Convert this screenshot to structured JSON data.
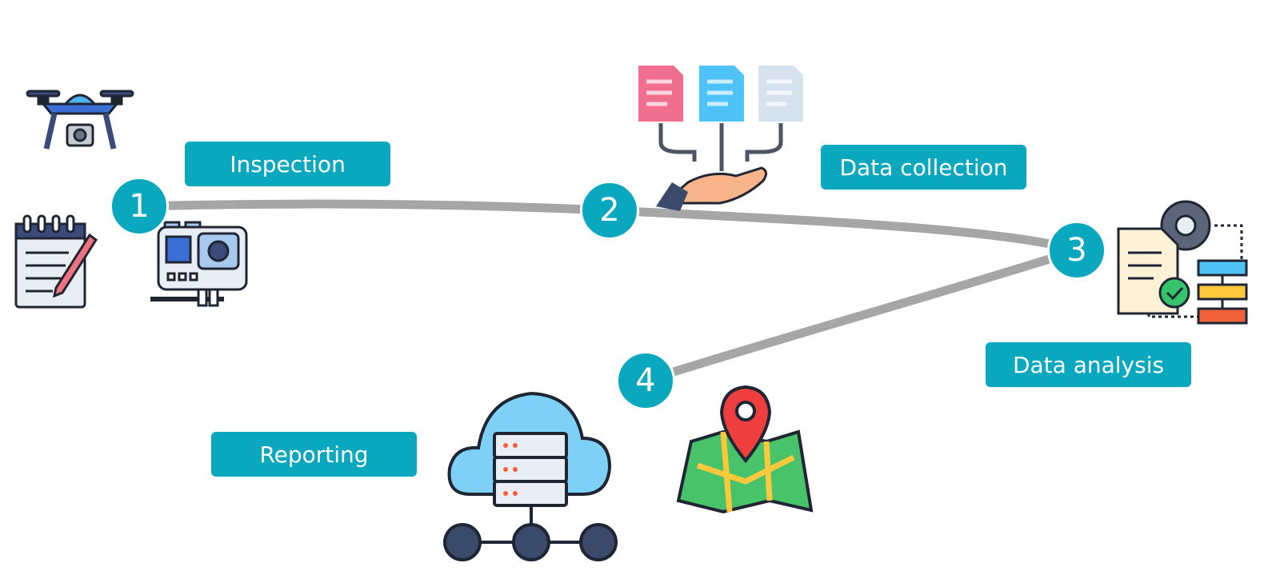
{
  "colors": {
    "accent": "#0aa8bf",
    "path": "#a6a6a6"
  },
  "steps": [
    {
      "number": "1",
      "label": "Inspection"
    },
    {
      "number": "2",
      "label": "Data collection"
    },
    {
      "number": "3",
      "label": "Data analysis"
    },
    {
      "number": "4",
      "label": "Reporting"
    }
  ],
  "icons": [
    "drone-icon",
    "notepad-icon",
    "action-camera-icon",
    "documents-hand-icon",
    "analysis-flowchart-icon",
    "cloud-server-icon",
    "map-pin-icon"
  ]
}
